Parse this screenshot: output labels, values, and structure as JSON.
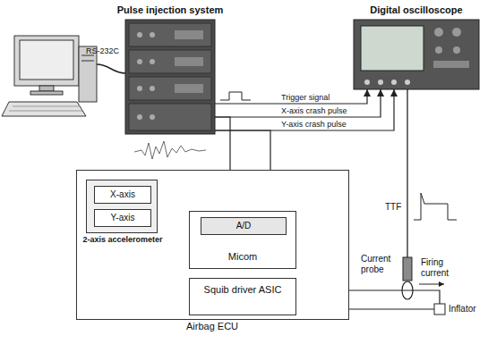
{
  "diagram": {
    "nodes": [
      {
        "text": [
          "Pulse injection system"
        ]
      },
      {
        "text": [
          "Digital oscilloscope"
        ]
      },
      {
        "text": [
          "Airbag ECU"
        ]
      },
      {
        "text": [
          "2-axis accelerometer"
        ],
        "in": 2
      },
      {
        "text": [
          "X-axis"
        ],
        "in": 3
      },
      {
        "text": [
          "Y-axis"
        ],
        "in": 3
      },
      {
        "text": [
          "Micom"
        ],
        "in": 2
      },
      {
        "text": [
          "A/D"
        ],
        "in": 6
      },
      {
        "text": [
          "Squib driver ASIC"
        ],
        "in": 2
      }
    ],
    "edges": [
      {
        "from": 0,
        "to": 1,
        "label": "Trigger signal",
        "arrow": "to"
      },
      {
        "from": 0,
        "to": 1,
        "label": "X-axis crash pulse",
        "arrow": "to"
      },
      {
        "from": 0,
        "to": 1,
        "label": "Y-axis crash pulse",
        "arrow": "to"
      },
      {
        "from": 0,
        "to": 7,
        "arrow": "to"
      },
      {
        "from": 0,
        "to": 7,
        "arrow": "to"
      },
      {
        "from": 4,
        "to": 7,
        "arrow": "to"
      },
      {
        "from": 5,
        "to": 7,
        "arrow": "to"
      },
      {
        "from": 6,
        "to": 8,
        "arrow": "none"
      }
    ],
    "labels": [
      "RS-232C",
      "TTF",
      "Current probe",
      "Firing current",
      "Inflator"
    ]
  }
}
